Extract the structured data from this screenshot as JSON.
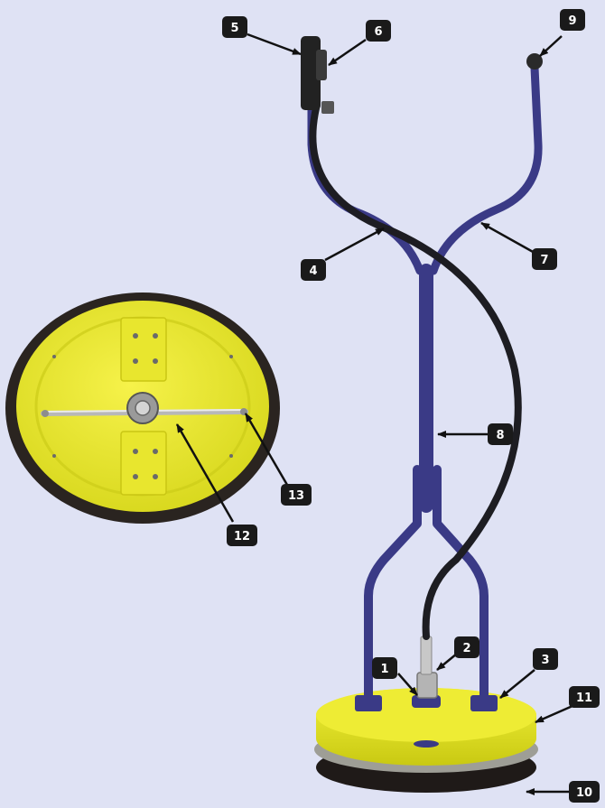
{
  "colors": {
    "background": "#dfe2f4",
    "frame": "#3a3a86",
    "deck": "#e4e428",
    "hose": "#1d1d22",
    "badge": "#1a1a1a",
    "badge_text": "#ffffff"
  },
  "callouts": [
    {
      "id": "c1",
      "number": "1",
      "part": "swivel"
    },
    {
      "id": "c2",
      "number": "2",
      "part": "hose-fitting"
    },
    {
      "id": "c3",
      "number": "3",
      "part": "handle-mount"
    },
    {
      "id": "c4",
      "number": "4",
      "part": "left-handle"
    },
    {
      "id": "c5",
      "number": "5",
      "part": "trigger-gun"
    },
    {
      "id": "c6",
      "number": "6",
      "part": "trigger-valve"
    },
    {
      "id": "c7",
      "number": "7",
      "part": "right-handle"
    },
    {
      "id": "c8",
      "number": "8",
      "part": "center-shaft"
    },
    {
      "id": "c9",
      "number": "9",
      "part": "handle-grip"
    },
    {
      "id": "c10",
      "number": "10",
      "part": "brush-skirt"
    },
    {
      "id": "c11",
      "number": "11",
      "part": "cleaner-deck"
    },
    {
      "id": "c12",
      "number": "12",
      "part": "spray-bar"
    },
    {
      "id": "c13",
      "number": "13",
      "part": "nozzle"
    }
  ]
}
